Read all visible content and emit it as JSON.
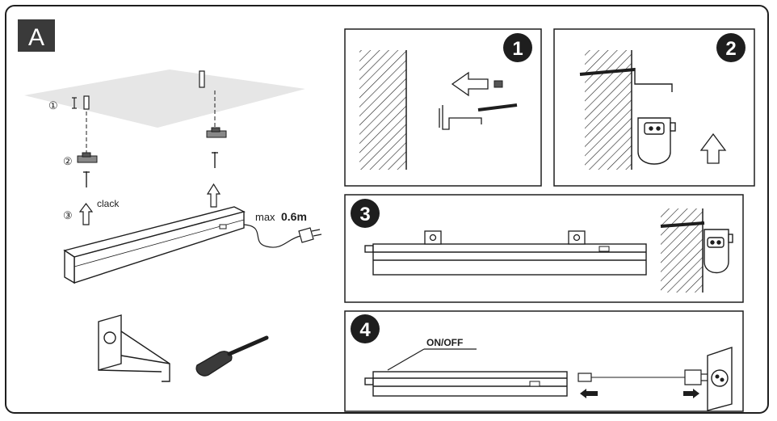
{
  "section_label": "A",
  "steps": {
    "s1": "1",
    "s2": "2",
    "s3": "3",
    "s4": "4"
  },
  "overview": {
    "num1": "①",
    "num2": "②",
    "num3": "③",
    "clack": "clack",
    "max_prefix": "max",
    "max_value": "0.6m"
  },
  "panel4": {
    "switch_label": "ON/OFF"
  },
  "colors": {
    "badge": "#1e1e1e",
    "ceiling": "#e6e6e6",
    "line": "#1e1e1e"
  }
}
